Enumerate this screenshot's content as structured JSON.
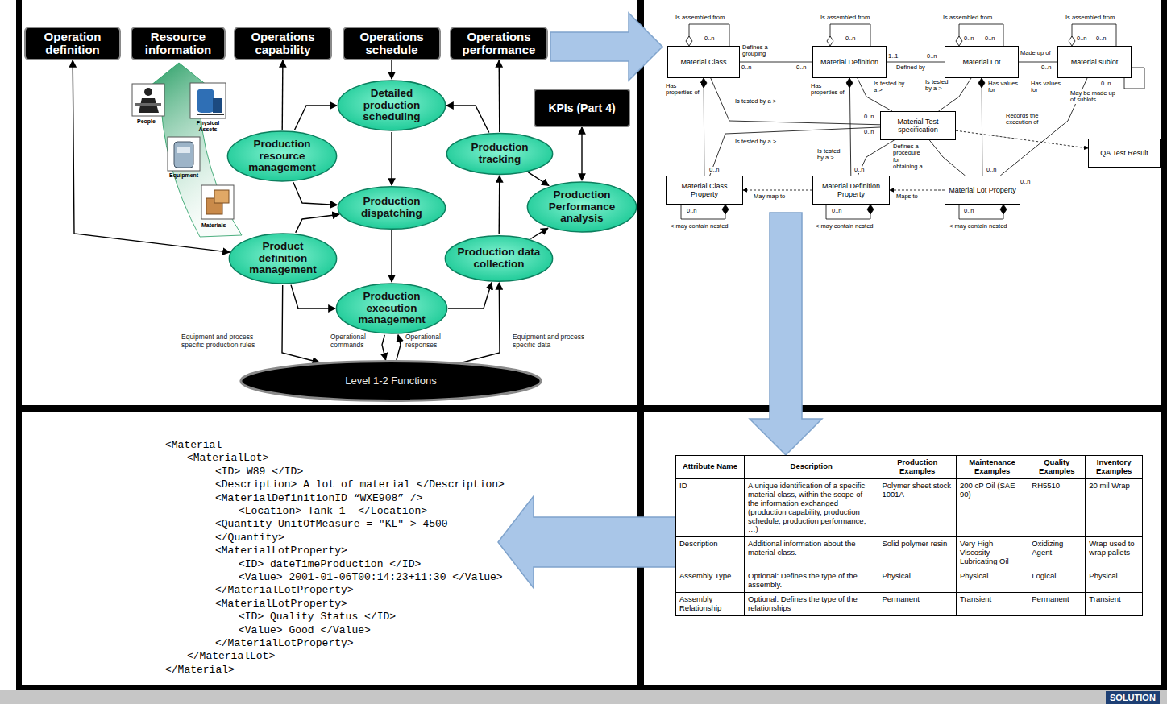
{
  "diagram": {
    "nodes": [
      {
        "text": [
          "Operation definition"
        ]
      },
      {
        "text": [
          "Resource information"
        ]
      },
      {
        "text": [
          "Operations capability"
        ]
      },
      {
        "text": [
          "Operations schedule"
        ]
      },
      {
        "text": [
          "Operations performance"
        ]
      },
      {
        "text": [
          "Detailed production scheduling"
        ]
      },
      {
        "text": [
          "Production resource management"
        ]
      },
      {
        "text": [
          "Production tracking"
        ]
      },
      {
        "text": [
          "KPIs (Part 4)"
        ]
      },
      {
        "text": [
          "Production dispatching"
        ]
      },
      {
        "text": [
          "Production Performance analysis"
        ]
      },
      {
        "text": [
          "Product definition management"
        ]
      },
      {
        "text": [
          "Production data collection"
        ]
      },
      {
        "text": [
          "Production execution management"
        ]
      },
      {
        "text": [
          "Level 1-2 Functions"
        ]
      },
      {
        "text": [
          "Material Class"
        ]
      },
      {
        "text": [
          "Material Definition"
        ]
      },
      {
        "text": [
          "Material Lot"
        ]
      },
      {
        "text": [
          "Material sublot"
        ]
      },
      {
        "text": [
          "Material Test specification"
        ]
      },
      {
        "text": [
          "QA Test Result"
        ]
      },
      {
        "text": [
          "Material Class Property"
        ]
      },
      {
        "text": [
          "Material Definition Property"
        ]
      },
      {
        "text": [
          "Material Lot Property"
        ]
      }
    ],
    "edges": [
      {
        "from": 0,
        "to": 11,
        "arrow": "both"
      },
      {
        "from": 6,
        "to": 2,
        "arrow": "to"
      },
      {
        "from": 3,
        "to": 5,
        "arrow": "to"
      },
      {
        "from": 7,
        "to": 4,
        "arrow": "to"
      },
      {
        "from": 6,
        "to": 5,
        "arrow": "to"
      },
      {
        "from": 7,
        "to": 5,
        "arrow": "to"
      },
      {
        "from": 5,
        "to": 9,
        "arrow": "to"
      },
      {
        "from": 6,
        "to": 9,
        "arrow": "to"
      },
      {
        "from": 11,
        "to": 9,
        "arrow": "to"
      },
      {
        "from": 9,
        "to": 13,
        "arrow": "to"
      },
      {
        "from": 11,
        "to": 13,
        "arrow": "to"
      },
      {
        "from": 13,
        "to": 12,
        "arrow": "to"
      },
      {
        "from": 12,
        "to": 7,
        "arrow": "to"
      },
      {
        "from": 12,
        "to": 10,
        "arrow": "to"
      },
      {
        "from": 10,
        "to": 8,
        "arrow": "both"
      },
      {
        "from": 7,
        "to": 10,
        "arrow": "to"
      },
      {
        "from": 11,
        "to": 14,
        "arrow": "to",
        "label": "Equipment and process specific production rules"
      },
      {
        "from": 13,
        "to": 14,
        "arrow": "to",
        "label": "Operational commands"
      },
      {
        "from": 14,
        "to": 13,
        "arrow": "to",
        "label": "Operational responses"
      },
      {
        "from": 14,
        "to": 12,
        "arrow": "to",
        "label": "Equipment and process specific data"
      },
      {
        "from": 15,
        "to": 16,
        "arrow": "none",
        "label": "Defines a grouping"
      },
      {
        "from": 16,
        "to": 17,
        "arrow": "none",
        "label": "Defined by"
      },
      {
        "from": 17,
        "to": 18,
        "arrow": "none",
        "label": "Made up of"
      },
      {
        "from": 15,
        "to": 21,
        "arrow": "none",
        "label": "Has properties of"
      },
      {
        "from": 16,
        "to": 22,
        "arrow": "none",
        "label": "Has properties of"
      },
      {
        "from": 17,
        "to": 23,
        "arrow": "none",
        "label": "Has values for"
      },
      {
        "from": 18,
        "to": 23,
        "arrow": "none",
        "label": "Has values for"
      },
      {
        "from": 15,
        "to": 19,
        "arrow": "none",
        "label": "Is tested by a >"
      },
      {
        "from": 16,
        "to": 19,
        "arrow": "none",
        "label": "Is tested by a >"
      },
      {
        "from": 17,
        "to": 19,
        "arrow": "none",
        "label": "Is tested by a >"
      },
      {
        "from": 21,
        "to": 19,
        "arrow": "none",
        "label": "Is tested by a >"
      },
      {
        "from": 22,
        "to": 19,
        "arrow": "none",
        "label": "Is tested by a >"
      },
      {
        "from": 19,
        "to": 20,
        "arrow": "to",
        "label": "Records the execution of"
      },
      {
        "from": 19,
        "to": 23,
        "arrow": "none",
        "label": "Defines a procedure for obtaining a"
      },
      {
        "from": 23,
        "to": 22,
        "arrow": "to",
        "label": "Maps to"
      },
      {
        "from": 22,
        "to": 21,
        "arrow": "to",
        "label": "May map to"
      }
    ],
    "labels": [
      "People",
      "Physical Assets",
      "Equipment",
      "Materials",
      "Is assembled from",
      "Is assembled from",
      "Is assembled from",
      "Is assembled from",
      "May be made up of sublots",
      "< may contain nested",
      "< may contain nested",
      "< may contain nested",
      "0..n",
      "0..n",
      "0..n",
      "0..n",
      "0..n",
      "0..n",
      "0..n",
      "0..n",
      "1..1",
      "0..n",
      "0..n",
      "0..n",
      "0..n",
      "0..n",
      "0..n",
      "0..n",
      "0..n",
      "0..n",
      "0..n",
      "0..n",
      "0..n",
      "Attribute Name",
      "Description",
      "Production Examples",
      "Maintenance Examples",
      "Quality Examples",
      "Inventory Examples",
      "ID",
      "A unique identification of a specific material class, within the scope of the information exchanged (production capability, production schedule, production performance, …)",
      "Polymer sheet stock 1001A",
      "200 cP Oil (SAE 90)",
      "RH5510",
      "20 mil Wrap",
      "Description",
      "Additional information about the material class.",
      "Solid polymer resin",
      "Very High Viscosity Lubricating Oil",
      "Oxidizing Agent",
      "Wrap used to wrap pallets",
      "Assembly Type",
      "Optional: Defines the type of the assembly.",
      "Physical",
      "Physical",
      "Logical",
      "Physical",
      "Assembly Relationship",
      "Optional: Defines the type of the relationships",
      "Permanent",
      "Transient",
      "Permanent",
      "Transient",
      "<Material",
      "<MaterialLot>",
      "<ID> W89 </ID>",
      "<Description> A lot of material </Description>",
      "<MaterialDefinitionID “WXE908” />",
      "<Location> Tank 1  </Location>",
      "<Quantity UnitOfMeasure = \"KL\" > 4500",
      "</Quantity>",
      "<MaterialLotProperty>",
      "<ID> dateTimeProduction </ID>",
      "<Value> 2001-01-06T00:14:23+11:30 </Value>",
      "</MaterialLotProperty>",
      "<MaterialLotProperty>",
      "<ID> Quality Status </ID>",
      "<Value> Good </Value>",
      "</MaterialLotProperty>",
      "</MaterialLot>",
      "</Material>",
      "SOLUTION"
    ]
  }
}
